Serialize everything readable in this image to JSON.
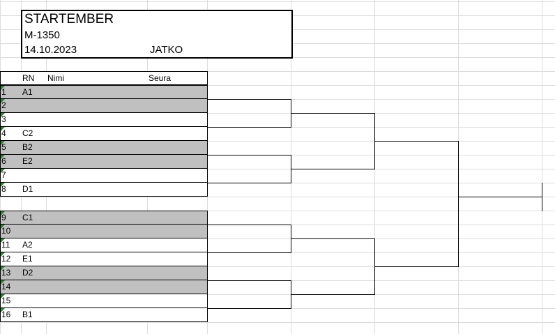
{
  "header": {
    "title": "STARTEMBER",
    "class": "M-1350",
    "date": "14.10.2023",
    "phase": "JATKO"
  },
  "table": {
    "columns": [
      "RN",
      "Nimi",
      "Seura"
    ],
    "rows": [
      {
        "num": "1",
        "rn": "A1",
        "shaded": true
      },
      {
        "num": "2",
        "rn": "",
        "shaded": true
      },
      {
        "num": "3",
        "rn": "",
        "shaded": false
      },
      {
        "num": "4",
        "rn": "C2",
        "shaded": false
      },
      {
        "num": "5",
        "rn": "B2",
        "shaded": true
      },
      {
        "num": "6",
        "rn": "E2",
        "shaded": true
      },
      {
        "num": "7",
        "rn": "",
        "shaded": false
      },
      {
        "num": "8",
        "rn": "D1",
        "shaded": false
      },
      {
        "num": "9",
        "rn": "C1",
        "shaded": true
      },
      {
        "num": "10",
        "rn": "",
        "shaded": true
      },
      {
        "num": "11",
        "rn": "A2",
        "shaded": false
      },
      {
        "num": "12",
        "rn": "E1",
        "shaded": false
      },
      {
        "num": "13",
        "rn": "D2",
        "shaded": true
      },
      {
        "num": "14",
        "rn": "",
        "shaded": true
      },
      {
        "num": "15",
        "rn": "",
        "shaded": false
      },
      {
        "num": "16",
        "rn": "B1",
        "shaded": false
      }
    ]
  },
  "colors": {
    "shaded_cell": "#c0c0c0",
    "gridline": "#dadcdf",
    "comment_marker": "#2e7d32"
  }
}
